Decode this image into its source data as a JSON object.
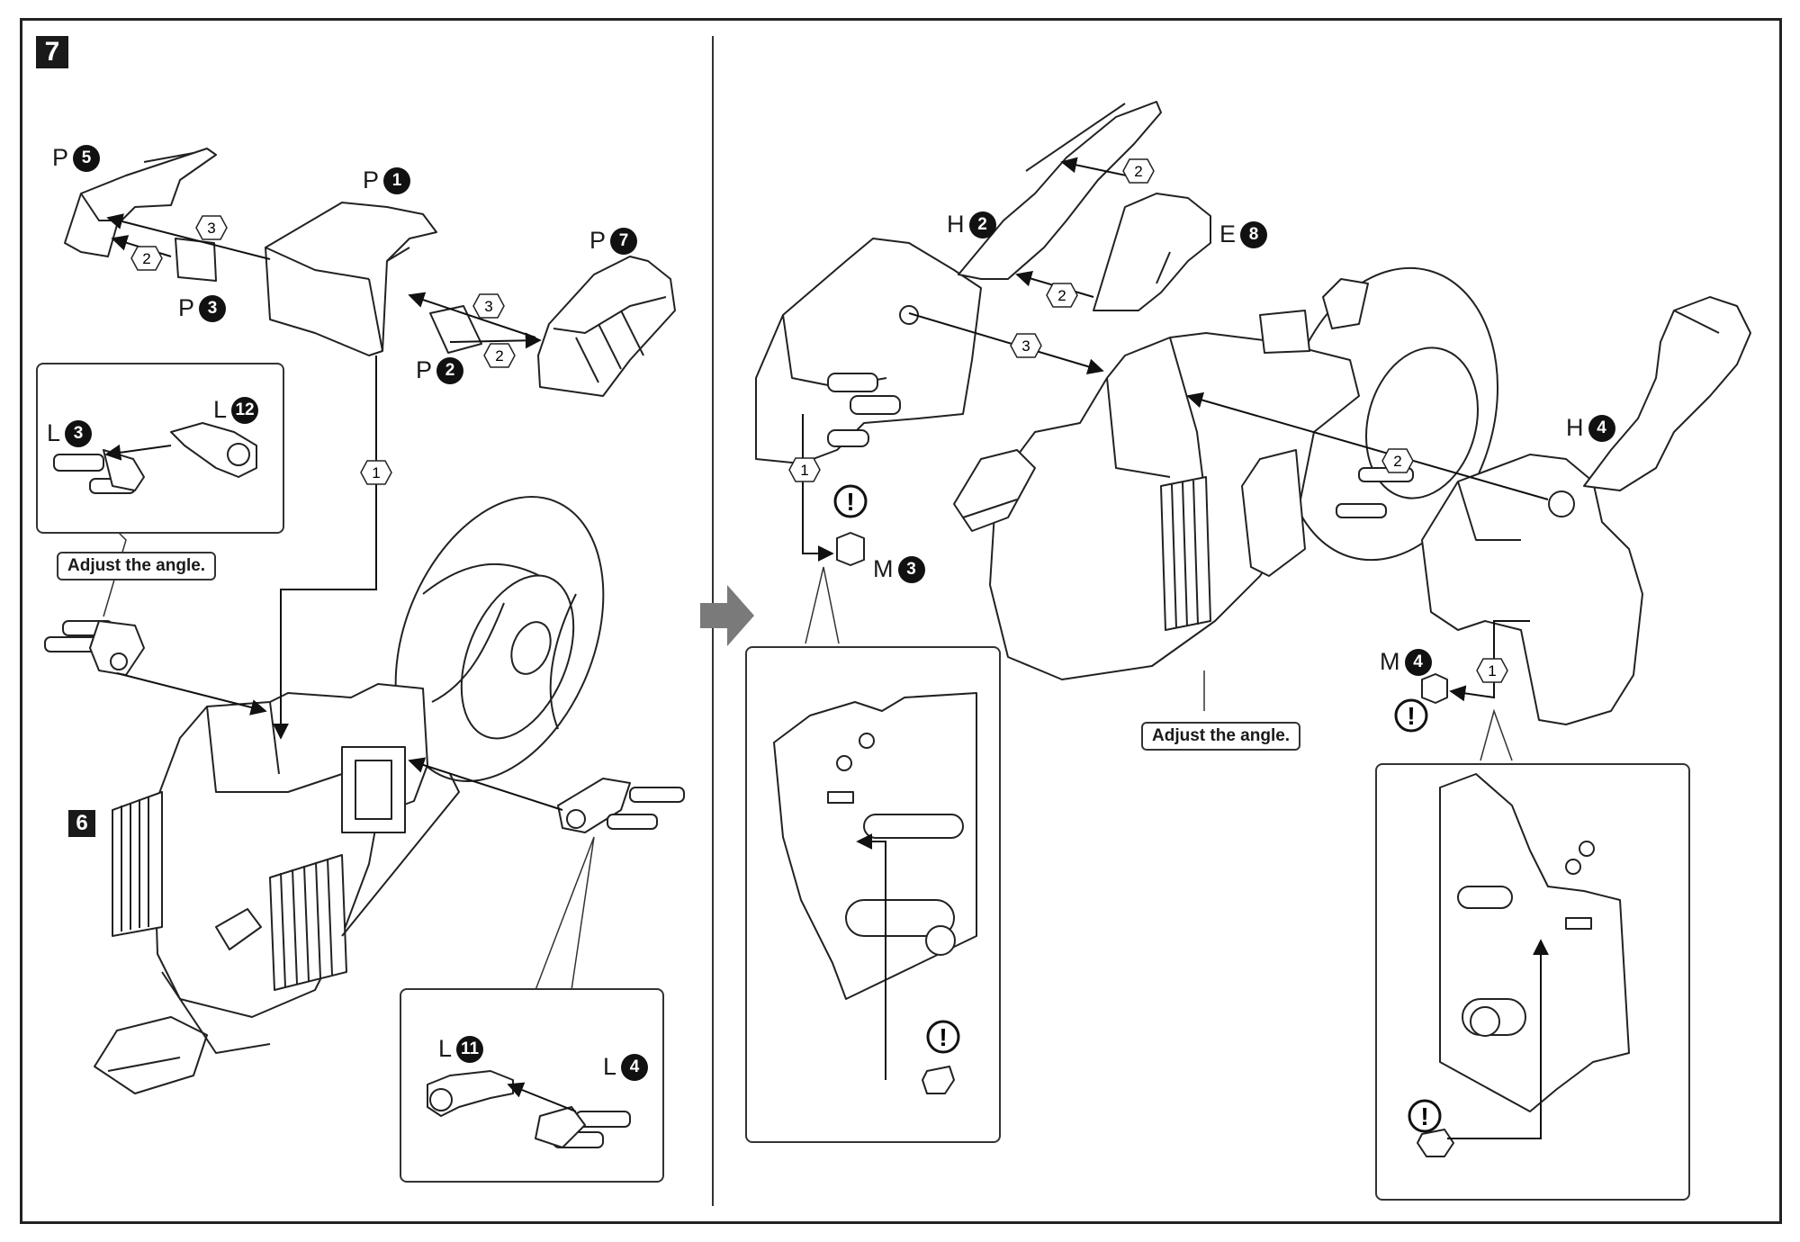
{
  "step": {
    "number": "7",
    "sub_assembly": "6"
  },
  "parts": {
    "p1": {
      "letter": "P",
      "num": "1"
    },
    "p2": {
      "letter": "P",
      "num": "2"
    },
    "p3": {
      "letter": "P",
      "num": "3"
    },
    "p5": {
      "letter": "P",
      "num": "5"
    },
    "p7": {
      "letter": "P",
      "num": "7"
    },
    "l3": {
      "letter": "L",
      "num": "3"
    },
    "l12": {
      "letter": "L",
      "num": "12"
    },
    "l11": {
      "letter": "L",
      "num": "11"
    },
    "l4": {
      "letter": "L",
      "num": "4"
    },
    "h2": {
      "letter": "H",
      "num": "2"
    },
    "h4": {
      "letter": "H",
      "num": "4"
    },
    "e8": {
      "letter": "E",
      "num": "8"
    },
    "m3": {
      "letter": "M",
      "num": "3"
    },
    "m4": {
      "letter": "M",
      "num": "4"
    }
  },
  "notes": {
    "adjust_left": "Adjust the angle.",
    "adjust_right": "Adjust the angle."
  },
  "order_marks": [
    "1",
    "2",
    "3"
  ],
  "warning_mark": "!"
}
